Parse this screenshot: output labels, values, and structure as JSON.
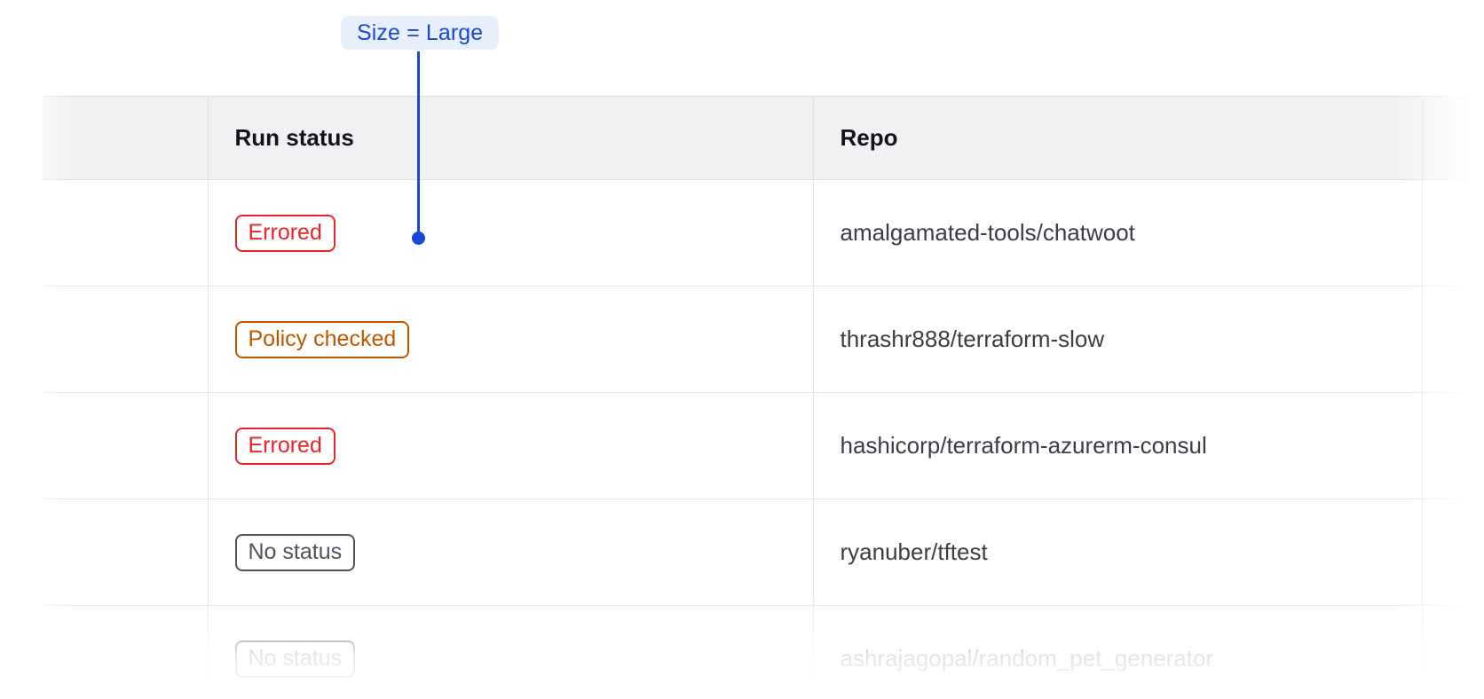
{
  "annotation": {
    "label": "Size = Large",
    "chip_bg": "#E7EFFD",
    "accent_color": "#1A47D4"
  },
  "table": {
    "columns": [
      {
        "key": "select",
        "label": ""
      },
      {
        "key": "run_status",
        "label": "Run status"
      },
      {
        "key": "repo",
        "label": "Repo"
      },
      {
        "key": "tail",
        "label": ""
      }
    ],
    "rows": [
      {
        "status": "Errored",
        "status_kind": "errored",
        "repo": "amalgamated-tools/chatwoot"
      },
      {
        "status": "Policy checked",
        "status_kind": "policy-checked",
        "repo": "thrashr888/terraform-slow"
      },
      {
        "status": "Errored",
        "status_kind": "errored",
        "repo": "hashicorp/terraform-azurerm-consul"
      },
      {
        "status": "No status",
        "status_kind": "no-status",
        "repo": "ryanuber/tftest"
      },
      {
        "status": "No status",
        "status_kind": "no-status",
        "repo": "ashrajagopal/random_pet_generator"
      }
    ]
  },
  "colors": {
    "errored": "#E8242A",
    "policy_checked": "#BF5700",
    "no_status": "#4F525E",
    "header_bg": "#F0F1F3",
    "border": "#E4E5E9",
    "text": "#3B3D45"
  }
}
